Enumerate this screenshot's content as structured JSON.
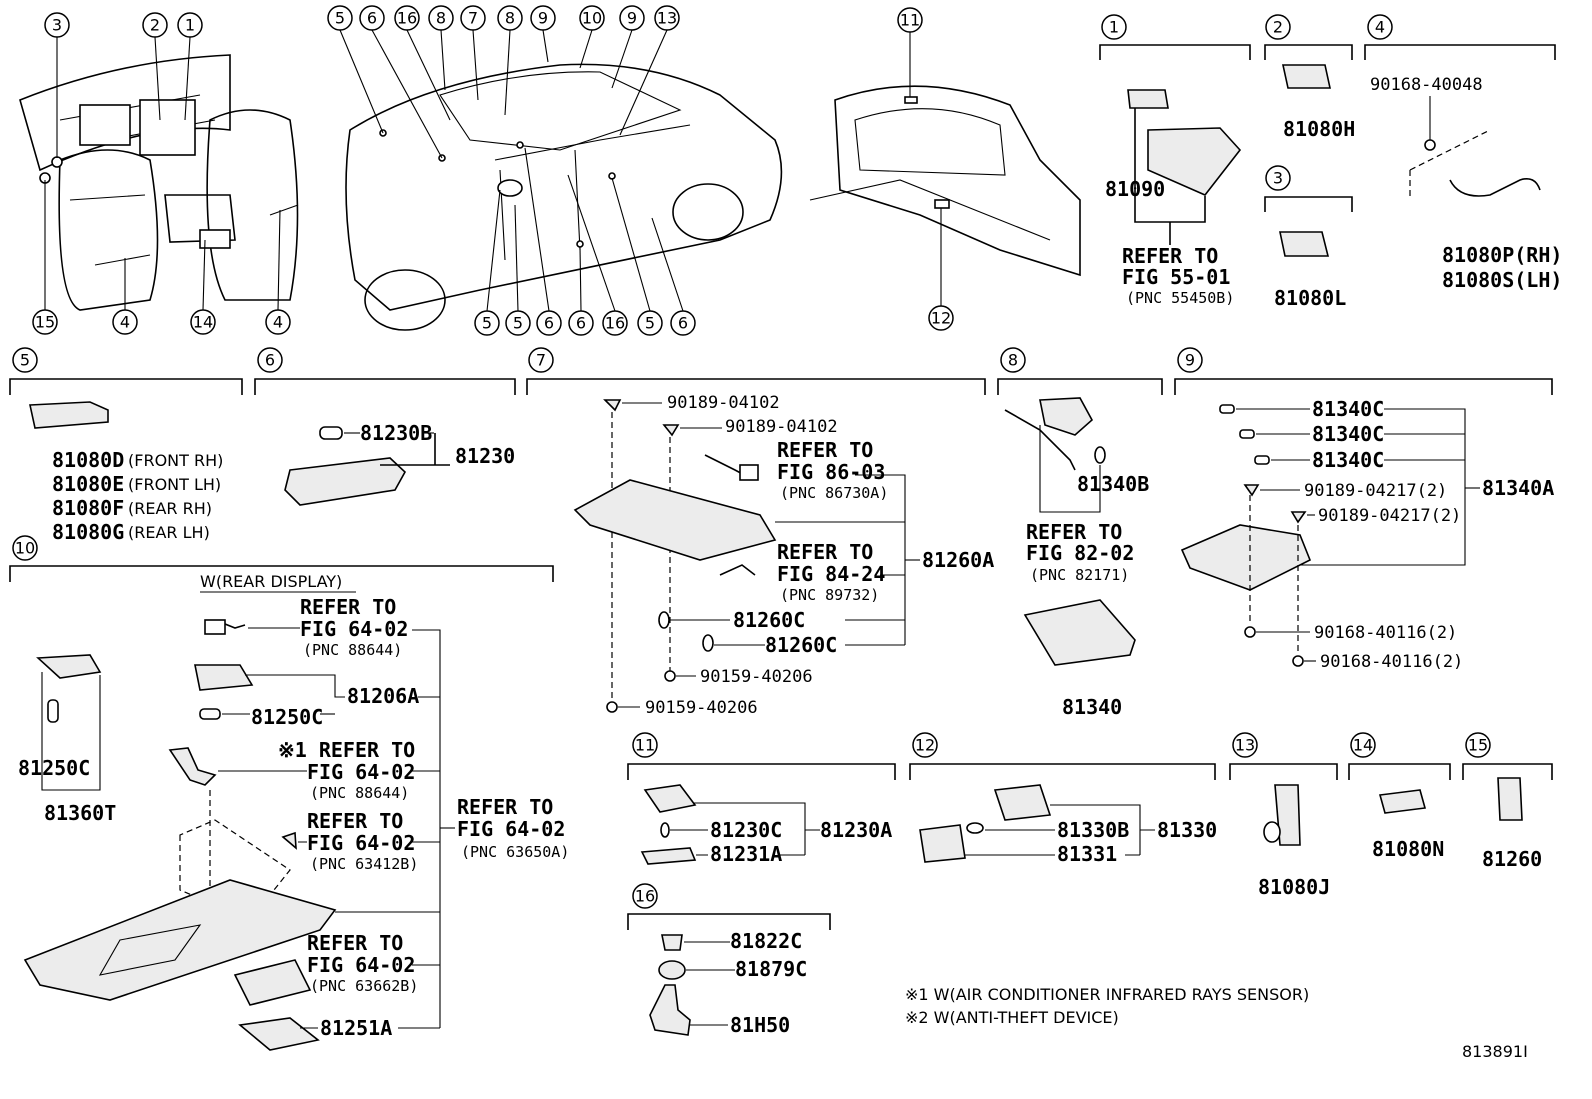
{
  "callouts": [
    "1",
    "2",
    "3",
    "4",
    "5",
    "6",
    "7",
    "8",
    "9",
    "10",
    "11",
    "12",
    "13",
    "14",
    "15",
    "16"
  ],
  "labels": {
    "p81090": "81090",
    "refer_to": "REFER TO",
    "fig_55_01": "FIG 55-01",
    "pnc_55450b": "(PNC 55450B)",
    "p81080h": "81080H",
    "p81080l": "81080L",
    "p90168_40048": "90168-40048",
    "p81080p": "81080P(RH)",
    "p81080s": "81080S(LH)",
    "p81080d": "81080D",
    "p81080d_note": "(FRONT RH)",
    "p81080e": "81080E",
    "p81080e_note": "(FRONT LH)",
    "p81080f": "81080F",
    "p81080f_note": "(REAR RH)",
    "p81080g": "81080G",
    "p81080g_note": "(REAR LH)",
    "p81230b": "81230B",
    "p81230": "81230",
    "p90189_04102": "90189-04102",
    "fig_86_03": "FIG 86-03",
    "pnc_86730a": "(PNC 86730A)",
    "fig_84_24": "FIG 84-24",
    "pnc_89732": "(PNC 89732)",
    "p81260a": "81260A",
    "p81260c": "81260C",
    "p90159_40206": "90159-40206",
    "p81340b": "81340B",
    "fig_82_02": "FIG 82-02",
    "pnc_82171": "(PNC 82171)",
    "p81340": "81340",
    "p81340c": "81340C",
    "p81340a": "81340A",
    "p90189_04217": "90189-04217(2)",
    "p90168_40116": "90168-40116(2)",
    "w_rear_display": "W(REAR DISPLAY)",
    "fig_64_02": "FIG 64-02",
    "pnc_88644": "(PNC 88644)",
    "p81206a": "81206A",
    "p81250c": "81250C",
    "ast1_refer_to": "※1 REFER TO",
    "pnc_63412b": "(PNC 63412B)",
    "pnc_63650a": "(PNC 63650A)",
    "pnc_63662b": "(PNC 63662B)",
    "p81360t": "81360T",
    "p81251a": "81251A",
    "p81230c": "81230C",
    "p81230a": "81230A",
    "p81231a": "81231A",
    "p81330b": "81330B",
    "p81330": "81330",
    "p81331": "81331",
    "p81080j": "81080J",
    "p81080n": "81080N",
    "p81260": "81260",
    "p81822c": "81822C",
    "p81879c": "81879C",
    "p81h50": "81H50",
    "note1": "※1 W(AIR CONDITIONER INFRARED RAYS SENSOR)",
    "note2": "※2 W(ANTI-THEFT DEVICE)",
    "fig_id": "813891I"
  }
}
